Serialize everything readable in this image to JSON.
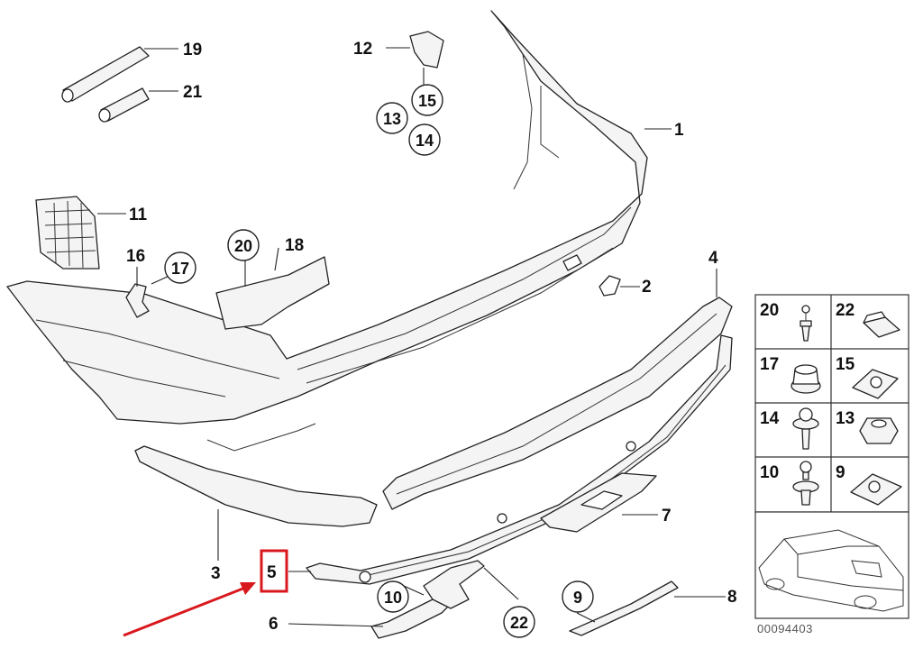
{
  "diagram": {
    "reference_number": "00094403",
    "callouts": {
      "c1": "1",
      "c2": "2",
      "c3": "3",
      "c4": "4",
      "c5": "5",
      "c6": "6",
      "c7": "7",
      "c8": "8",
      "c9": "9",
      "c10": "10",
      "c11": "11",
      "c12": "12",
      "c13": "13",
      "c14": "14",
      "c15": "15",
      "c16": "16",
      "c17": "17",
      "c18": "18",
      "c19": "19",
      "c20": "20",
      "c21": "21",
      "c22": "22"
    },
    "legend": {
      "cells": [
        "20",
        "22",
        "17",
        "15",
        "14",
        "13",
        "10",
        "9"
      ]
    },
    "highlight": {
      "label": "5",
      "color": "#d9181e"
    }
  }
}
